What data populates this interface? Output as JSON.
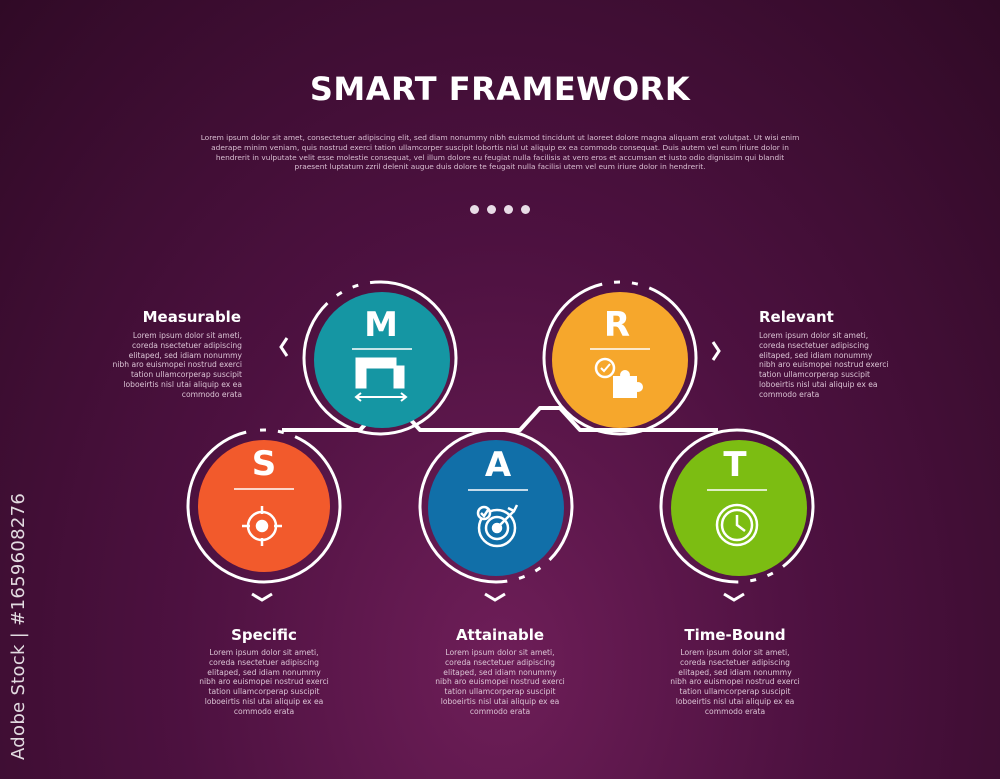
{
  "header": {
    "title": "SMART FRAMEWORK",
    "subtitle": "Lorem ipsum dolor sit amet, consectetuer adipiscing elit, sed diam nonummy nibh euismod tincidunt ut laoreet dolore magna aliquam erat volutpat. Ut wisi enim aderape minim veniam, quis nostrud exerci tation ullamcorper suscipit lobortis nisl ut aliquip ex ea commodo consequat. Duis autem vel eum iriure dolor in hendrerit in vulputate velit esse molestie consequat, vel illum dolore eu feugiat nulla facilisis at vero eros et accumsan et iusto odio dignissim qui blandit praesent luptatum zzril delenit augue duis dolore te feugait nulla facilisi utem vel eum iriure dolor in hendrerit."
  },
  "steps": [
    {
      "letter": "S",
      "label": "Specific",
      "icon": "target-icon",
      "color": "#f25a2c",
      "desc": "Lorem ipsum dolor sit ameti, coreda nsectetuer adipiscing elitaped, sed idiam nonummy nibh aro euismopei nostrud exerci tation ullamcorperap suscipit loboeirtis nisl utai aliquip ex ea commodo erata"
    },
    {
      "letter": "M",
      "label": "Measurable",
      "icon": "ruler-icon",
      "color": "#1596a3",
      "desc": "Lorem ipsum dolor sit ameti, coreda nsectetuer adipiscing elitaped, sed idiam nonummy nibh aro euismopei nostrud exerci tation ullamcorperap suscipit loboeirtis nisl utai aliquip ex ea commodo erata"
    },
    {
      "letter": "A",
      "label": "Attainable",
      "icon": "dartboard-icon",
      "color": "#116fa8",
      "desc": "Lorem ipsum dolor sit ameti, coreda nsectetuer adipiscing elitaped, sed idiam nonummy nibh aro euismopei nostrud exerci tation ullamcorperap suscipit loboeirtis nisl utai aliquip ex ea commodo erata"
    },
    {
      "letter": "R",
      "label": "Relevant",
      "icon": "puzzle-icon",
      "color": "#f6a72c",
      "desc": "Lorem ipsum dolor sit ameti, coreda nsectetuer adipiscing elitaped, sed idiam nonummy nibh aro euismopei nostrud exerci tation ullamcorperap suscipit loboeirtis nisl utai aliquip ex ea commodo erata"
    },
    {
      "letter": "T",
      "label": "Time-Bound",
      "icon": "clock-icon",
      "color": "#7cbd12",
      "desc": "Lorem ipsum dolor sit ameti, coreda nsectetuer adipiscing elitaped, sed idiam nonummy nibh aro euismopei nostrud exerci tation ullamcorperap suscipit loboeirtis nisl utai aliquip ex ea commodo erata"
    }
  ],
  "watermark": "Adobe Stock | #1659608276"
}
